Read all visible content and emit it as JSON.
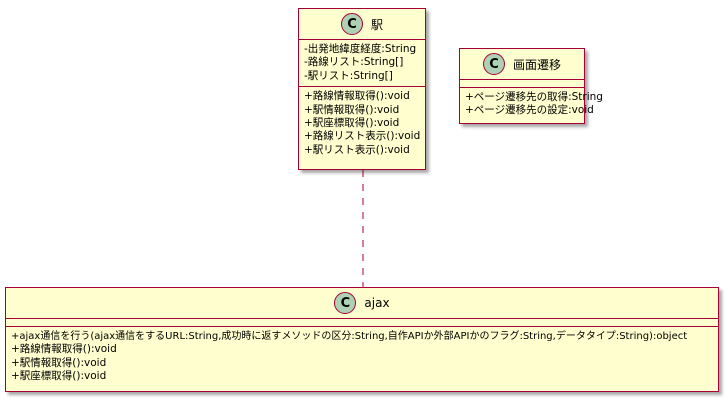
{
  "classes": {
    "eki": {
      "icon": "C",
      "name": "駅",
      "fields": [
        "-出発地緯度経度:String",
        "-路線リスト:String[]",
        "-駅リスト:String[]"
      ],
      "methods": [
        "+路線情報取得():void",
        "+駅情報取得():void",
        "+駅座標取得():void",
        "+路線リスト表示():void",
        "+駅リスト表示():void"
      ]
    },
    "gamen": {
      "icon": "C",
      "name": "画面遷移",
      "fields": [],
      "methods": [
        "+ページ遷移先の取得:String",
        "+ページ遷移先の設定:void"
      ]
    },
    "ajax": {
      "icon": "C",
      "name": "ajax",
      "fields": [],
      "methods": [
        "+ajax通信を行う(ajax通信をするURL:String,成功時に返すメソッドの区分:String,自作APIか外部APIかのフラグ:String,データタイプ:String):object",
        "+路線情報取得():void",
        "+駅情報取得():void",
        "+駅座標取得():void"
      ]
    }
  },
  "colors": {
    "class_fill": "#fefece",
    "class_border": "#a80036",
    "icon_fill": "#add1b2",
    "link": "#a80036"
  }
}
